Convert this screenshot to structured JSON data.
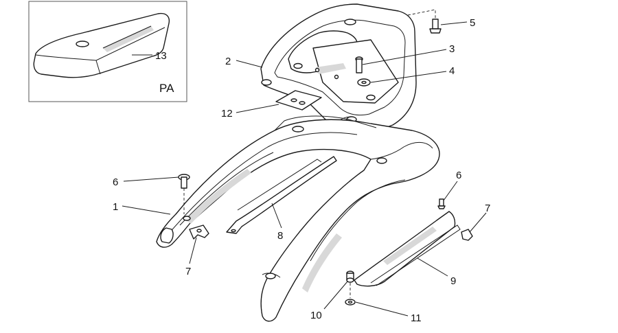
{
  "inset": {
    "label": "PA",
    "callout": "13"
  },
  "callouts": {
    "c1": "1",
    "c2": "2",
    "c3": "3",
    "c4": "4",
    "c5": "5",
    "c6a": "6",
    "c6b": "6",
    "c7a": "7",
    "c7b": "7",
    "c8": "8",
    "c9": "9",
    "c10": "10",
    "c11": "11",
    "c12": "12"
  }
}
